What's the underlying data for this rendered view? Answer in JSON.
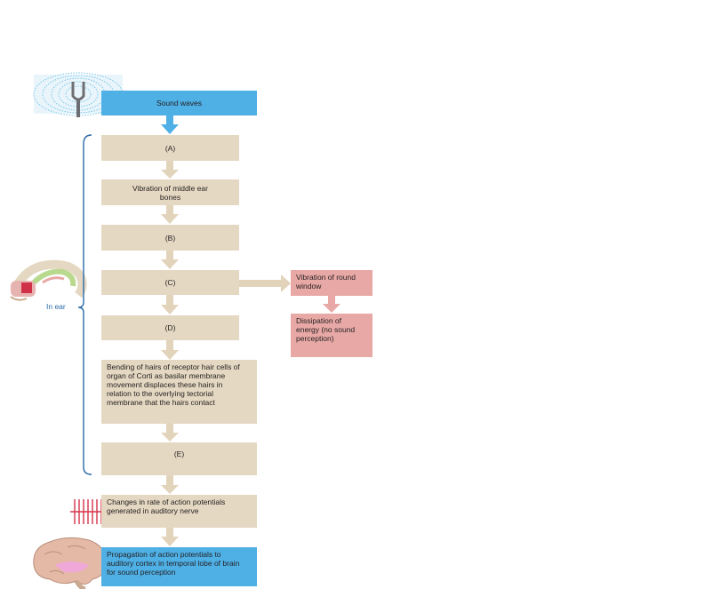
{
  "flow": {
    "sound_waves": "Sound waves",
    "a": "(A)",
    "vibration_middle_ear": "Vibration of middle ear bones",
    "b": "(B)",
    "c": "(C)",
    "d": "(D)",
    "bending": "Bending of hairs of receptor hair cells of organ of Corti as basilar membrane movement displaces these hairs in relation to the overlying tectorial membrane that the hairs contact",
    "e": "(E)",
    "changes": "Changes in rate of action potentials generated in auditory nerve",
    "propagation": "Propagation of action potentials to auditory cortex in temporal lobe of brain for sound perception"
  },
  "side_branch": {
    "round_window": "Vibration of round window",
    "dissipation": "Dissipation of energy (no sound perception)"
  },
  "bracket_label": "In ear",
  "colors": {
    "blue": "#4fb0e6",
    "tan": "#e5d8c2",
    "pink": "#e8a9a6",
    "arrow_tan": "#e2d4bb",
    "arrow_blue": "#4fb0e6",
    "arrow_pink": "#e8a9a6",
    "bracket": "#2a6aa8",
    "spike": "#d6334b"
  },
  "icons": [
    "tuning-fork-icon",
    "ear-icon",
    "action-potential-icon",
    "brain-icon"
  ]
}
